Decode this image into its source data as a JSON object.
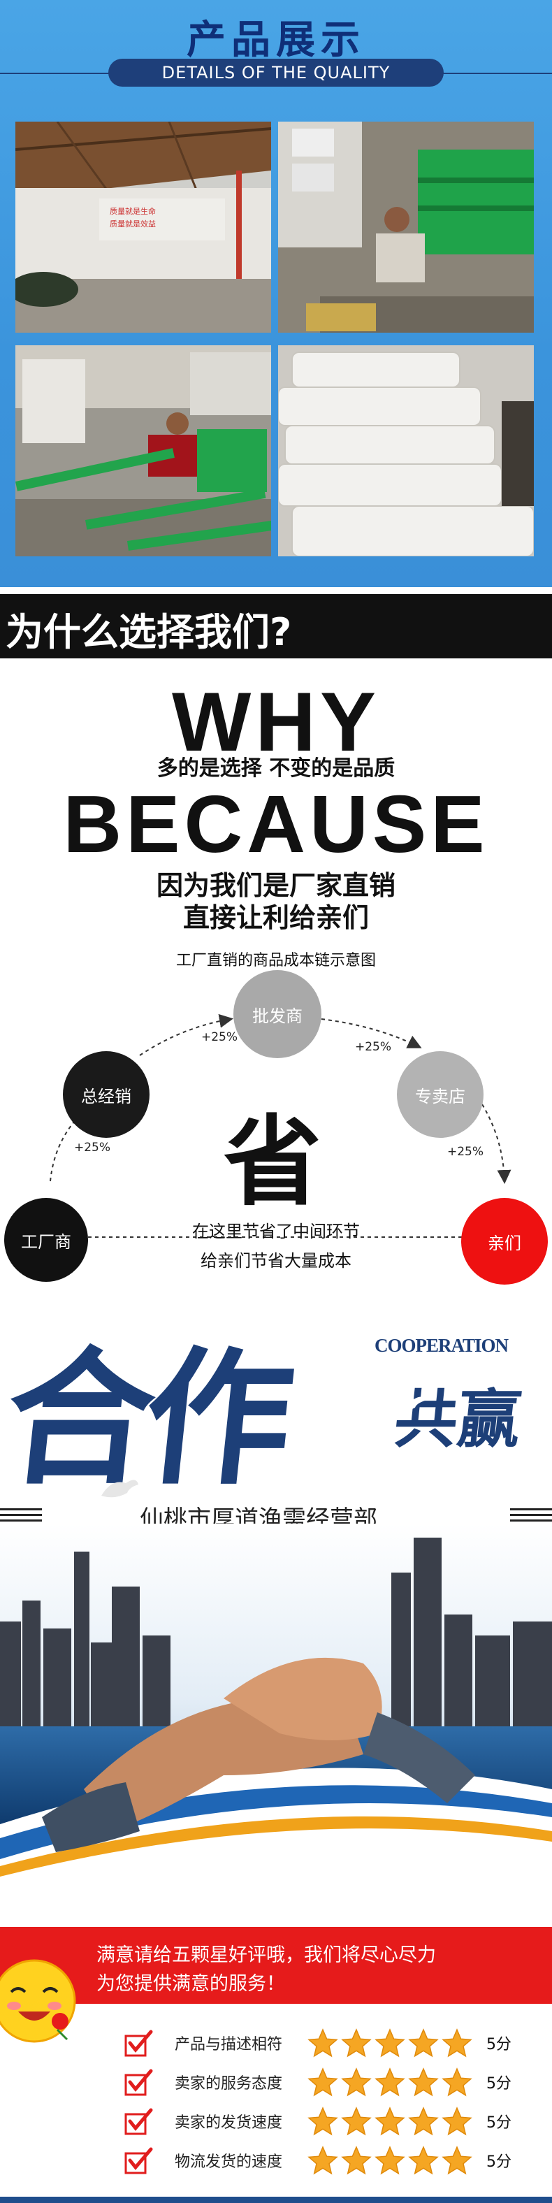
{
  "display": {
    "title": "产品展示",
    "subtitle": "DETAILS OF THE QUALITY",
    "wall_text": "质量就是生命\n质量就是效益"
  },
  "why": {
    "header": "为什么选择我们?",
    "word1": "WHY",
    "tagline": "多的是选择  不变的是品质",
    "word2": "BECAUSE",
    "reason_line1": "因为我们是厂家直销",
    "reason_line2": "直接让利给亲们",
    "chain_title": "工厂直销的商品成本链示意图",
    "nodes": {
      "factory": "工厂商",
      "distributor": "总经销",
      "wholesaler": "批发商",
      "retailer": "专卖店",
      "customer": "亲们"
    },
    "markups": [
      "+25%",
      "+25%",
      "+25%",
      "+25%"
    ],
    "save_char": "省",
    "note_line1": "在这里节省了中间环节",
    "note_line2": "给亲们节省大量成本",
    "colors": {
      "factory": "#111111",
      "distributor": "#1a1a1a",
      "wholesaler": "#a9a9a9",
      "retailer": "#b3b3b3",
      "customer": "#ee1111"
    }
  },
  "cooperation": {
    "big_text": "合作",
    "english": "COOPERATION",
    "small_text": "共赢",
    "company": "仙桃市厚道渔需经营部"
  },
  "rating": {
    "banner_line1": "满意请给五颗星好评哦，我们将尽心尽力",
    "banner_line2": "为您提供满意的服务！",
    "rows": [
      {
        "label": "产品与描述相符",
        "score": "5分",
        "stars": 5
      },
      {
        "label": "卖家的服务态度",
        "score": "5分",
        "stars": 5
      },
      {
        "label": "卖家的发货速度",
        "score": "5分",
        "stars": 5
      },
      {
        "label": "物流发货的速度",
        "score": "5分",
        "stars": 5
      }
    ],
    "colors": {
      "banner": "#e61b1b",
      "star": "#f5a623",
      "check": "#e11d1d"
    }
  }
}
